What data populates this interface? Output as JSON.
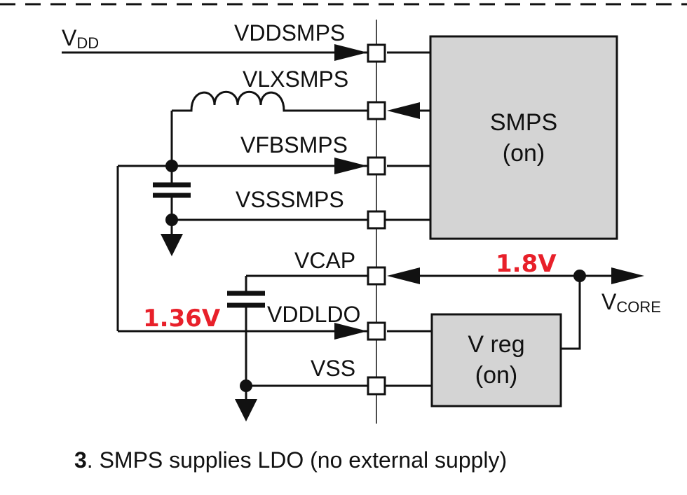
{
  "pins": {
    "vddsmps": "VDDSMPS",
    "vlxsmps": "VLXSMPS",
    "vfbsmps": "VFBSMPS",
    "vsssmps": "VSSSMPS",
    "vcap": "VCAP",
    "vddldo": "VDDLDO",
    "vss": "VSS"
  },
  "supply_in": {
    "main": "V",
    "sub": "DD"
  },
  "core_out": {
    "main": "V",
    "sub": "CORE"
  },
  "blocks": {
    "smps": {
      "line1": "SMPS",
      "line2": "(on)"
    },
    "vreg": {
      "line1": "V reg",
      "line2": "(on)"
    }
  },
  "annotations": {
    "vcore_voltage": "1.8V",
    "vddldo_voltage": "1.36V",
    "color": "#e8202a"
  },
  "caption": {
    "number": "3",
    "text": ". SMPS supplies LDO (no external supply)"
  }
}
